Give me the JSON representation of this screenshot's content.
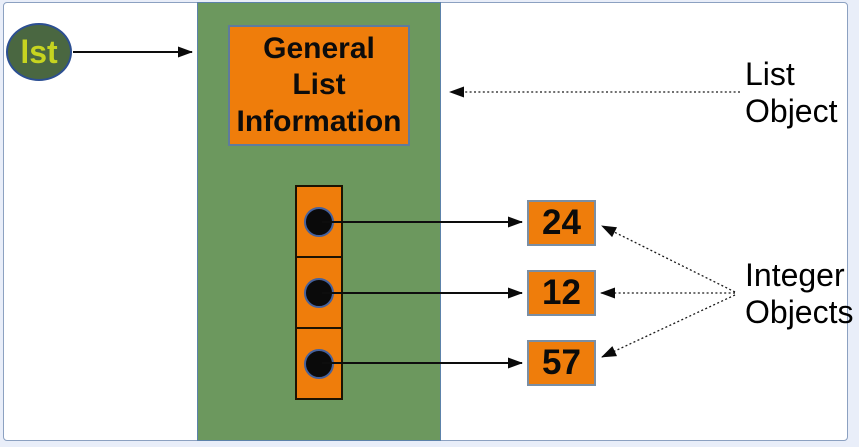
{
  "diagram": {
    "variable": {
      "label": "lst"
    },
    "list_box": {
      "title": "General\nList\nInformation"
    },
    "slots": [
      {
        "value": "24"
      },
      {
        "value": "12"
      },
      {
        "value": "57"
      }
    ],
    "annotations": {
      "list_object": "List\nObject",
      "integer_objects": "Integer\nObjects"
    },
    "colors": {
      "orange": "#ef7d0b",
      "list_green": "#6c985e",
      "variable_circle_green": "#4a6741",
      "variable_text_yellow": "#c6d420",
      "steel_blue_border": "#5f7b9d",
      "page_frame": "#e9eef9",
      "arrow_black": "#0d0d0d"
    }
  }
}
